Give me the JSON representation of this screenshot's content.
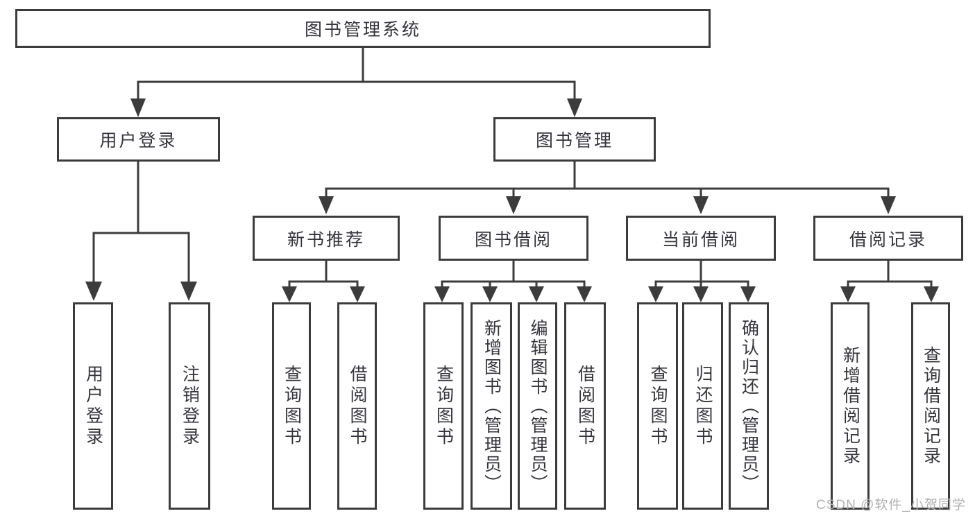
{
  "diagram": {
    "title": "图书管理系统",
    "type": "function-structure-tree",
    "colors": {
      "line": "#3C3C3C",
      "box_background": "#FFFFFF",
      "text": "#35353D",
      "watermark": "#B1B1B1"
    },
    "tree": {
      "label": "图书管理系统",
      "children": [
        {
          "label": "用户登录",
          "children": [
            {
              "label": "用户登录"
            },
            {
              "label": "注销登录"
            }
          ]
        },
        {
          "label": "图书管理",
          "children": [
            {
              "label": "新书推荐",
              "children": [
                {
                  "label": "查询图书"
                },
                {
                  "label": "借阅图书"
                }
              ]
            },
            {
              "label": "图书借阅",
              "children": [
                {
                  "label": "查询图书"
                },
                {
                  "label": "新增图书（管理员）"
                },
                {
                  "label": "编辑图书（管理员）"
                },
                {
                  "label": "借阅图书"
                }
              ]
            },
            {
              "label": "当前借阅",
              "children": [
                {
                  "label": "查询图书"
                },
                {
                  "label": "归还图书"
                },
                {
                  "label": "确认归还（管理员）"
                }
              ]
            },
            {
              "label": "借阅记录",
              "children": [
                {
                  "label": "新增借阅记录"
                },
                {
                  "label": "查询借阅记录"
                }
              ]
            }
          ]
        }
      ]
    },
    "watermark": "CSDN @软件_小贺同学"
  }
}
